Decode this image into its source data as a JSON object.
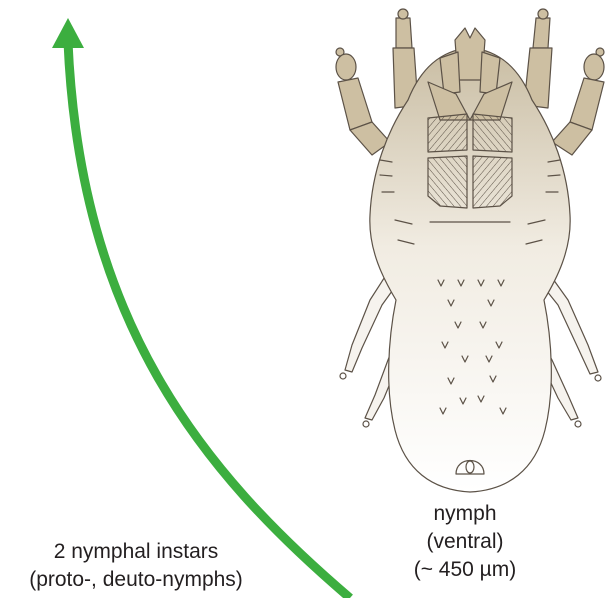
{
  "mite": {
    "line1": "nymph",
    "line2": "(ventral)",
    "line3": "(~ 450 µm)"
  },
  "stage": {
    "line1": "2 nymphal instars",
    "line2": "(proto-, deuto-nymphs)"
  },
  "colors": {
    "arrow": "#3cae3f",
    "body_top": "#c8bba0",
    "body_bottom": "#ffffff",
    "legs": "#c9b99a",
    "stroke": "#5c5247"
  }
}
